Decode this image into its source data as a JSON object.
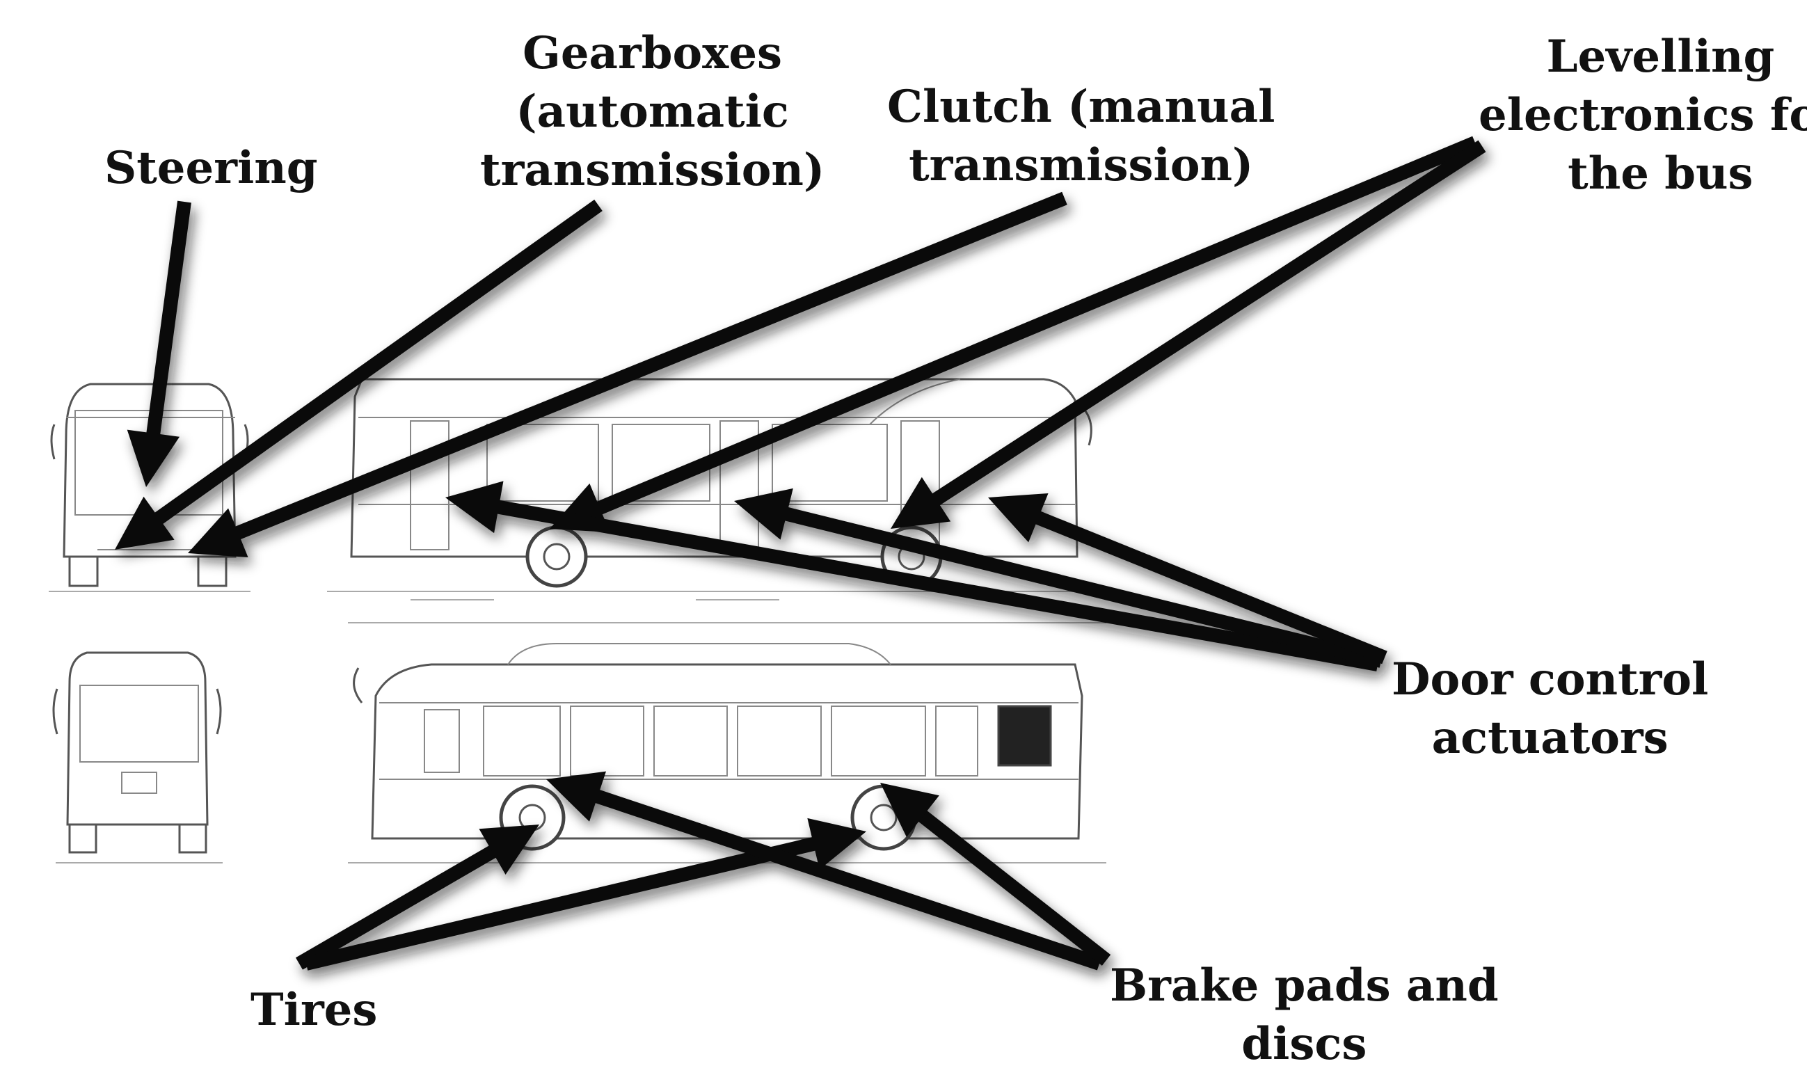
{
  "diagram": {
    "labels": {
      "steering": [
        "Steering"
      ],
      "gearboxes": [
        "Gearboxes",
        "(automatic",
        "transmission)"
      ],
      "clutch": [
        "Clutch (manual",
        "transmission)"
      ],
      "levelling": [
        "Levelling",
        "electronics for",
        "the bus"
      ],
      "door_control": [
        "Door control",
        "actuators"
      ],
      "tires": [
        "Tires"
      ],
      "brake_pads": [
        "Brake pads and",
        "discs"
      ]
    },
    "colors": {
      "arrow": "#0a0a0a",
      "text": "#111111",
      "drawing_lines": "#555555",
      "background": "#ffffff"
    }
  }
}
